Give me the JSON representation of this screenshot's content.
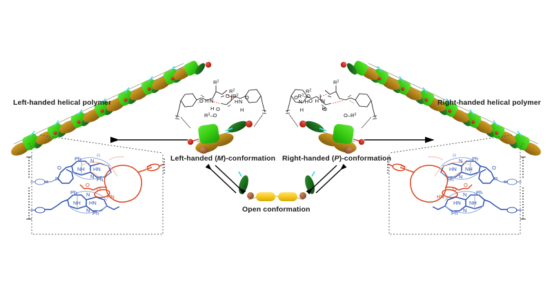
{
  "figure": {
    "title": "Helical polymer conformation equilibrium scheme",
    "background": "#ffffff"
  },
  "labels": {
    "left_polymer": "Left-handed helical polymer",
    "right_polymer": "Right-handed helical polymer",
    "left_conformation_prefix": "Left-handed (",
    "left_conformation_italic": "M",
    "left_conformation_suffix": ")-conformation",
    "right_conformation_prefix": "Right-handed (",
    "right_conformation_italic": "P",
    "right_conformation_suffix": ")-conformation",
    "open_conformation": "Open conformation"
  },
  "chem_labels": {
    "R2": "R",
    "R2_sup": "2",
    "R3": "R",
    "R3_sup": "3",
    "O": "O",
    "N": "N",
    "H": "H",
    "NH": "NH",
    "HN": "HN",
    "Ph": "Ph",
    "R": "R",
    "dash_O_R3": "O–R",
    "R3_dash_O": "R"
  },
  "colors": {
    "accent_green_bright": "#3dd41a",
    "accent_green_dark": "#1f7a20",
    "accent_gold": "#b8891b",
    "accent_yellow": "#f2c41a",
    "accent_red": "#c42a1a",
    "accent_brown": "#9c5b34",
    "accent_cyan": "#3fd8e8",
    "structure_blue": "#2b4fb0",
    "structure_red": "#d94520",
    "line_black": "#000000",
    "hbond_red": "#e03c1e",
    "faint_gray": "#b9b9bd"
  },
  "icons": {
    "arrow_left": "arrow-left-icon",
    "arrow_right": "arrow-right-icon",
    "equilibrium": "double-headed-arrow-icon"
  },
  "scheme": {
    "type": "chemical-equilibrium-diagram",
    "nodes": [
      "Left-handed helical polymer",
      "Left-handed (M)-conformation",
      "Open conformation",
      "Right-handed (P)-conformation",
      "Right-handed helical polymer"
    ],
    "polymer_repeat_count_left": 11,
    "polymer_repeat_count_right": 11
  }
}
